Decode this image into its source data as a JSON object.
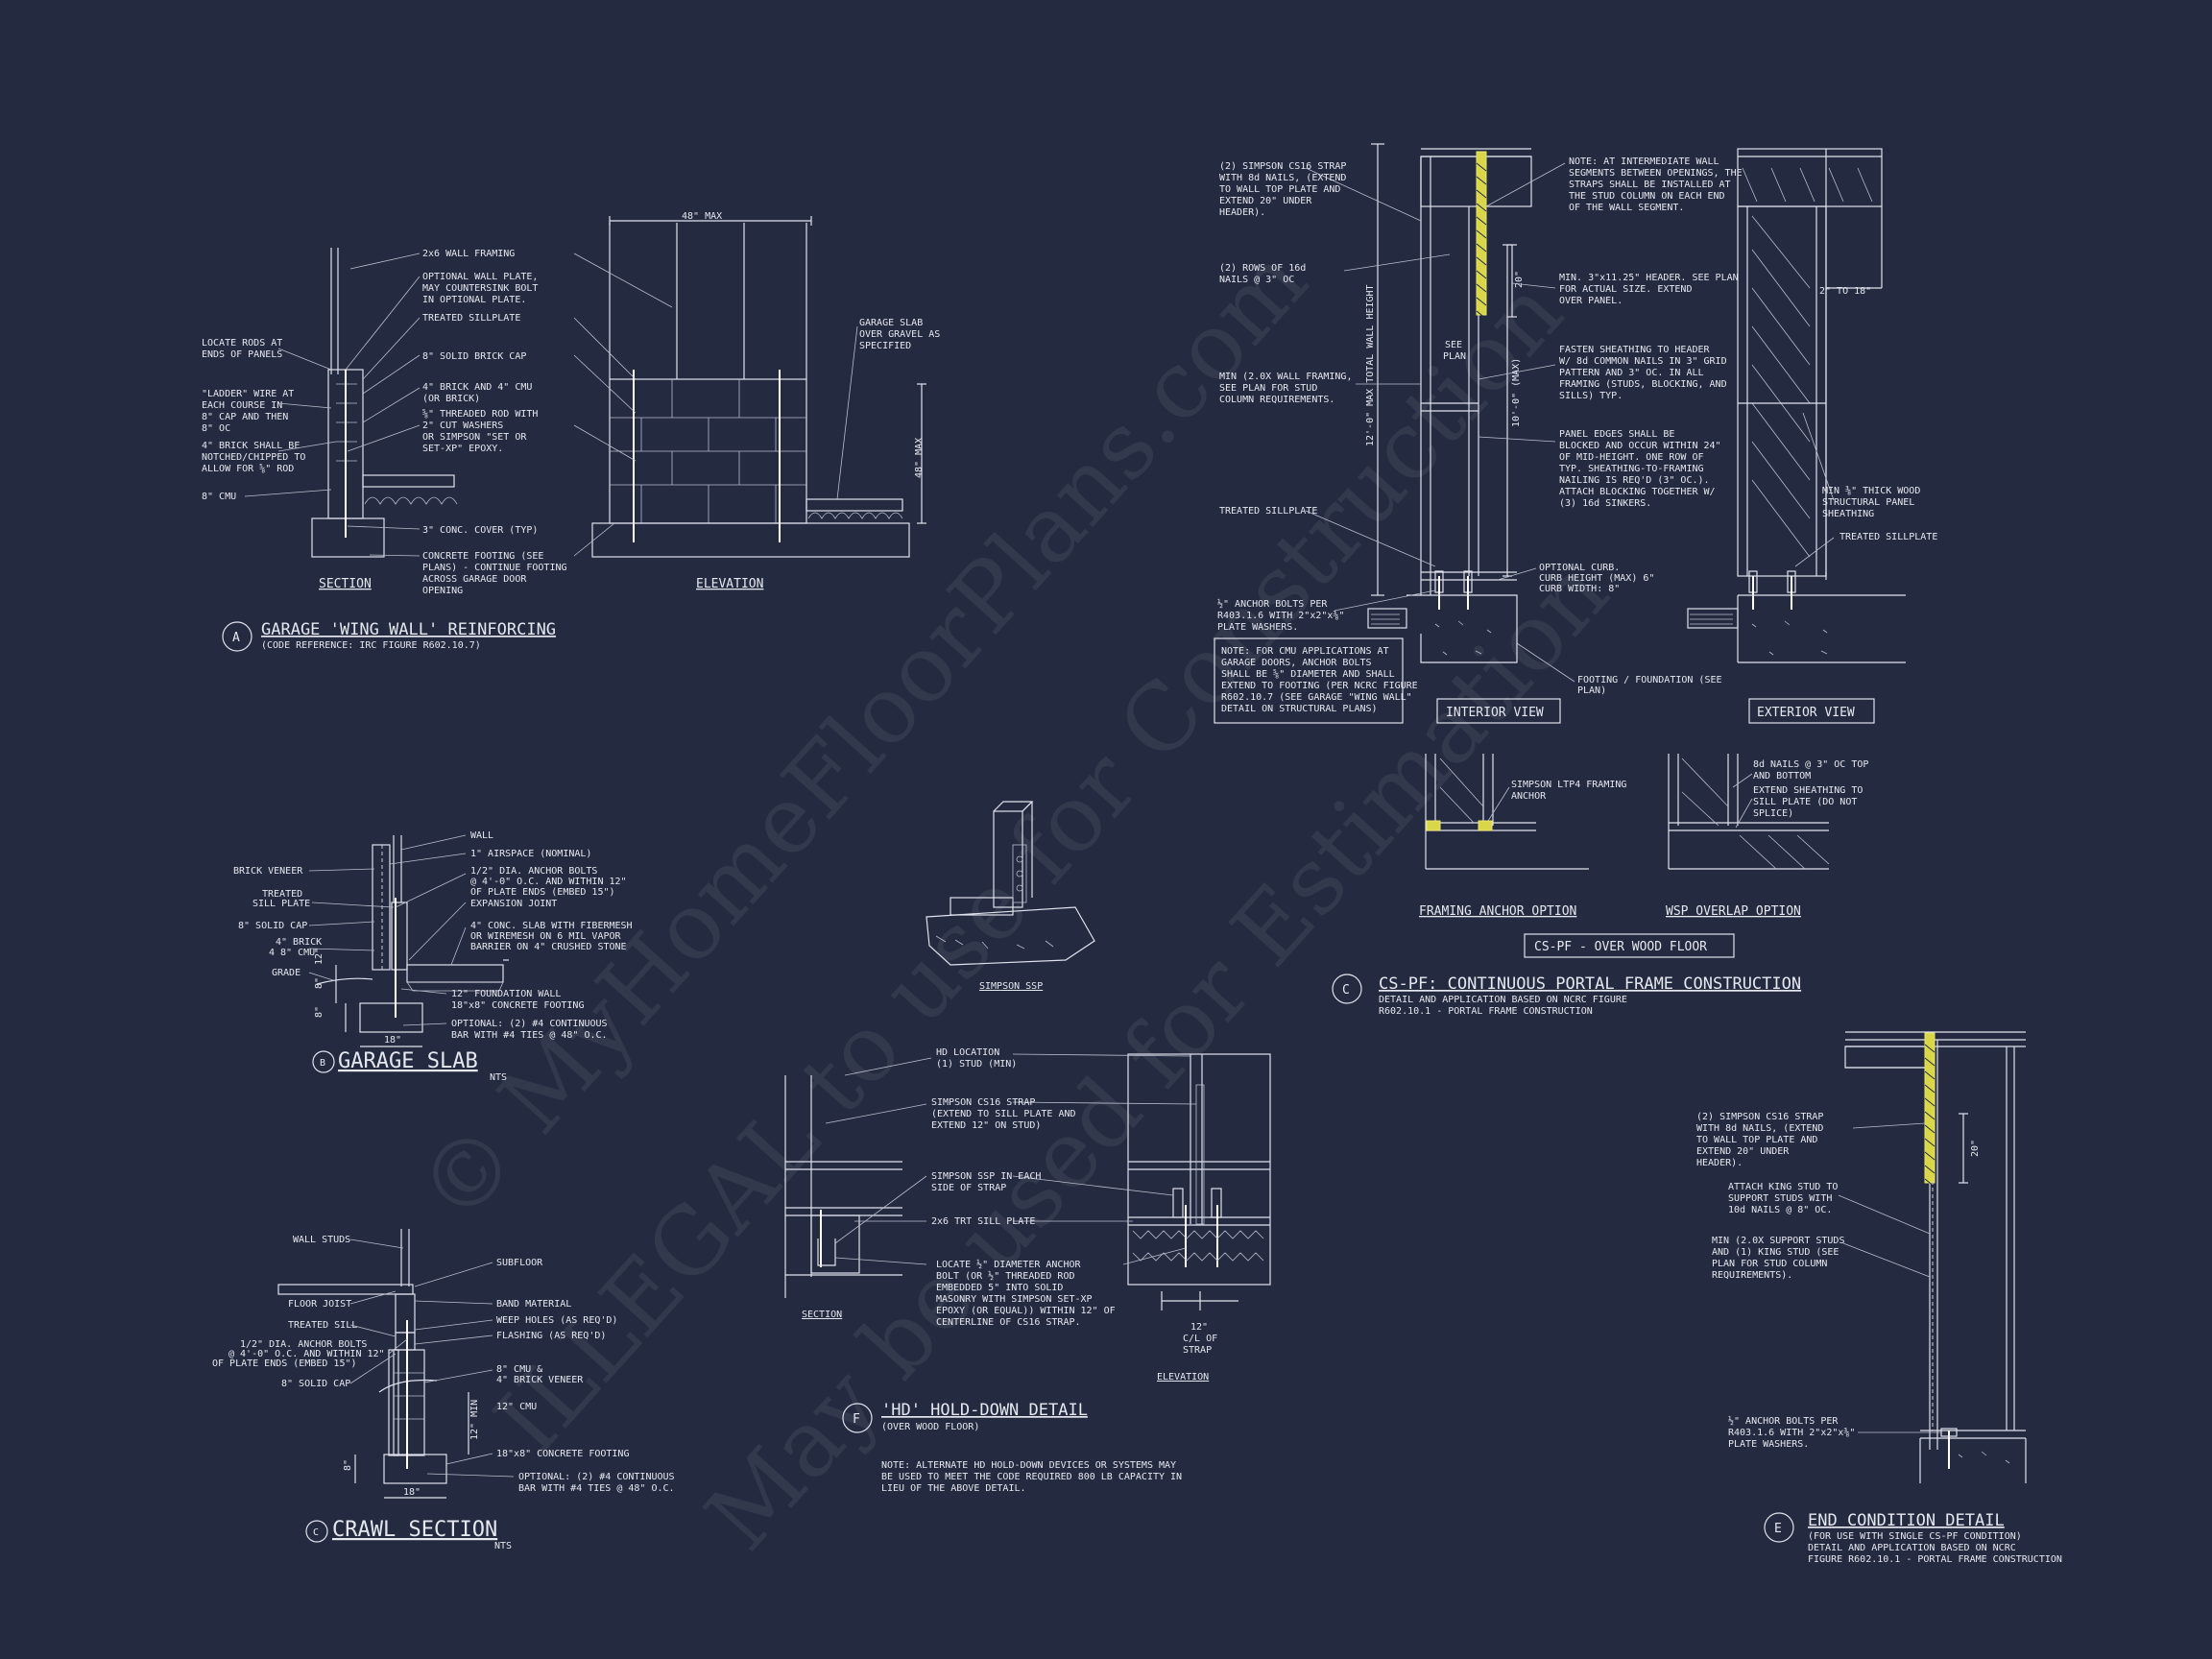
{
  "watermark": {
    "line1": "© MyHomeFloorPlans.com",
    "line2": "ILLEGAL to use for Construction",
    "line3": "May be used for Estimation"
  },
  "detailA": {
    "marker": "A",
    "title": "GARAGE 'WING WALL' REINFORCING",
    "subtitle": "(CODE REFERENCE: IRC FIGURE R602.10.7)",
    "section_label": "SECTION",
    "elevation_label": "ELEVATION",
    "dim_top": "48\" MAX",
    "dim_right": "48\" MAX",
    "notes_left": [
      "LOCATE RODS AT",
      "ENDS OF PANELS",
      "\"LADDER\" WIRE AT",
      "EACH COURSE IN",
      "8\" CAP AND THEN",
      "8\" OC",
      "4\" BRICK SHALL BE",
      "NOTCHED/CHIPPED TO",
      "ALLOW FOR ⅝\" ROD",
      "8\" CMU"
    ],
    "notes_mid": [
      "2x6 WALL FRAMING",
      "OPTIONAL WALL PLATE,",
      "MAY COUNTERSINK BOLT",
      "IN OPTIONAL PLATE.",
      "TREATED SILLPLATE",
      "8\" SOLID BRICK CAP",
      "4\" BRICK AND 4\" CMU",
      "(OR BRICK)",
      "⅝\" THREADED ROD WITH",
      "2\" CUT WASHERS",
      "OR SIMPSON \"SET OR",
      "SET-XP\" EPOXY.",
      "3\" CONC. COVER (TYP)",
      "CONCRETE FOOTING (SEE",
      "PLANS) - CONTINUE FOOTING",
      "ACROSS GARAGE DOOR",
      "OPENING"
    ],
    "notes_right": [
      "GARAGE SLAB",
      "OVER GRAVEL AS",
      "SPECIFIED"
    ]
  },
  "detailB": {
    "marker": "B",
    "title": "GARAGE SLAB",
    "nts": "NTS",
    "dim_bottom": "18\"",
    "dim_a": "8\"",
    "dim_b": "8\"",
    "dim_c": "12\"",
    "notes_left": [
      "BRICK VENEER",
      "TREATED",
      "SILL PLATE",
      "8\" SOLID CAP",
      "4\" BRICK",
      "4 8\" CMU",
      "GRADE"
    ],
    "notes_right": [
      "WALL",
      "1\" AIRSPACE (NOMINAL)",
      "1/2\" DIA. ANCHOR BOLTS",
      "@ 4'-0\" O.C. AND WITHIN 12\"",
      "OF PLATE ENDS (EMBED 15\")",
      "EXPANSION JOINT",
      "4\" CONC. SLAB WITH FIBERMESH",
      "OR WIREMESH ON 6 MIL VAPOR",
      "BARRIER ON 4\" CRUSHED STONE",
      "12\" FOUNDATION WALL",
      "18\"x8\" CONCRETE FOOTING",
      "OPTIONAL: (2) #4 CONTINUOUS",
      "BAR WITH #4 TIES @ 48\" O.C."
    ]
  },
  "detailC_crawl": {
    "marker": "C",
    "title": "CRAWL SECTION",
    "nts": "NTS",
    "dim_bottom": "18\"",
    "dim_a": "8\"",
    "dim_b": "12\" MIN",
    "notes_left": [
      "WALL STUDS",
      "FLOOR JOIST",
      "TREATED SILL",
      "1/2\" DIA. ANCHOR BOLTS",
      "@ 4'-0\" O.C. AND WITHIN 12\"",
      "OF PLATE ENDS (EMBED 15\")",
      "8\" SOLID CAP"
    ],
    "notes_right": [
      "SUBFLOOR",
      "BAND MATERIAL",
      "WEEP HOLES (AS REQ'D)",
      "FLASHING (AS REQ'D)",
      "8\" CMU &",
      "4\" BRICK VENEER",
      "12\" CMU",
      "18\"x8\" CONCRETE FOOTING",
      "OPTIONAL: (2) #4 CONTINUOUS",
      "BAR WITH #4 TIES @ 48\" O.C."
    ]
  },
  "simpson": {
    "label": "SIMPSON SSP"
  },
  "detailF": {
    "marker": "F",
    "title": "'HD' HOLD-DOWN DETAIL",
    "subtitle": "(OVER WOOD FLOOR)",
    "section_label": "SECTION",
    "elevation_label": "ELEVATION",
    "dim_strap": [
      "12\"",
      "C/L OF",
      "STRAP"
    ],
    "notes": [
      "HD LOCATION",
      "(1) STUD (MIN)",
      "SIMPSON CS16 STRAP",
      "(EXTEND TO SILL PLATE AND",
      "EXTEND 12\" ON STUD)",
      "SIMPSON SSP IN EACH",
      "SIDE OF STRAP",
      "2x6 TRT SILL PLATE",
      "LOCATE ½\" DIAMETER ANCHOR",
      "BOLT (OR ½\" THREADED ROD",
      "EMBEDDED 5\" INTO SOLID",
      "MASONRY WITH SIMPSON SET-XP",
      "EPOXY (OR EQUAL)) WITHIN 12\" OF",
      "CENTERLINE OF CS16 STRAP."
    ],
    "note_bottom": [
      "NOTE: ALTERNATE HD HOLD-DOWN DEVICES OR SYSTEMS MAY",
      "BE USED TO MEET THE CODE REQUIRED 800 LB CAPACITY IN",
      "LIEU OF THE ABOVE DETAIL."
    ]
  },
  "detailC_portal": {
    "marker": "C",
    "title": "CS-PF: CONTINUOUS PORTAL FRAME CONSTRUCTION",
    "subtitle1": "DETAIL AND APPLICATION BASED ON NCRC FIGURE",
    "subtitle2": "R602.10.1 - PORTAL FRAME CONSTRUCTION",
    "interior_view": "INTERIOR VIEW",
    "exterior_view": "EXTERIOR VIEW",
    "framing_anchor": "FRAMING ANCHOR OPTION",
    "wsp_overlap": "WSP OVERLAP OPTION",
    "over_wood": "CS-PF - OVER WOOD FLOOR",
    "dim_wall": "12'-0\" MAX TOTAL WALL HEIGHT",
    "dim_header": "20\"",
    "dim_panel": "10'-0\" (MAX)",
    "dim_ext": "2\" TO 18\"",
    "see_plan": [
      "SEE",
      "PLAN"
    ],
    "notes_left": [
      "(2) SIMPSON CS16 STRAP",
      "WITH 8d NAILS, (EXTEND",
      "TO WALL TOP PLATE AND",
      "EXTEND 20\" UNDER",
      "HEADER).",
      "(2) ROWS OF 16d",
      "NAILS @ 3\" OC",
      "MIN (2.0X WALL FRAMING,",
      "SEE PLAN FOR STUD",
      "COLUMN REQUIREMENTS.",
      "TREATED SILLPLATE",
      "½\" ANCHOR BOLTS PER",
      "R403.1.6 WITH 2\"x2\"x⅜\"",
      "PLATE WASHERS."
    ],
    "note_box": [
      "NOTE: FOR CMU APPLICATIONS AT",
      "GARAGE DOORS, ANCHOR BOLTS",
      "SHALL BE ⅝\" DIAMETER AND SHALL",
      "EXTEND TO FOOTING (PER NCRC FIGURE",
      "R602.10.7 (SEE GARAGE \"WING WALL\"",
      "DETAIL ON STRUCTURAL PLANS)"
    ],
    "notes_mid": [
      "NOTE: AT INTERMEDIATE WALL",
      "SEGMENTS BETWEEN OPENINGS, THE",
      "STRAPS SHALL BE INSTALLED AT",
      "THE STUD COLUMN ON EACH END",
      "OF THE WALL SEGMENT.",
      "MIN. 3\"x11.25\" HEADER. SEE PLAN",
      "FOR ACTUAL SIZE. EXTEND",
      "OVER PANEL.",
      "FASTEN SHEATHING TO HEADER",
      "W/ 8d COMMON NAILS IN 3\" GRID",
      "PATTERN AND 3\" OC. IN ALL",
      "FRAMING (STUDS, BLOCKING, AND",
      "SILLS) TYP.",
      "PANEL EDGES SHALL BE",
      "BLOCKED AND OCCUR WITHIN 24\"",
      "OF MID-HEIGHT. ONE ROW OF",
      "TYP. SHEATHING-TO-FRAMING",
      "NAILING IS REQ'D (3\" OC.).",
      "ATTACH BLOCKING TOGETHER W/",
      "(3) 16d SINKERS.",
      "OPTIONAL CURB.",
      "CURB HEIGHT (MAX) 6\"",
      "CURB WIDTH: 8\"",
      "FOOTING / FOUNDATION (SEE",
      "PLAN)"
    ],
    "notes_right": [
      "MIN ⅜\" THICK WOOD",
      "STRUCTURAL PANEL",
      "SHEATHING",
      "TREATED SILLPLATE"
    ],
    "notes_anchor": [
      "SIMPSON LTP4 FRAMING",
      "ANCHOR"
    ],
    "notes_wsp": [
      "8d NAILS @ 3\" OC TOP",
      "AND BOTTOM",
      "EXTEND SHEATHING TO",
      "SILL PLATE (DO NOT",
      "SPLICE)"
    ]
  },
  "detailE": {
    "marker": "E",
    "title": "END CONDITION DETAIL",
    "subtitle1": "(FOR USE WITH SINGLE CS-PF CONDITION)",
    "subtitle2": "DETAIL AND APPLICATION BASED ON NCRC",
    "subtitle3": "FIGURE R602.10.1 - PORTAL FRAME CONSTRUCTION",
    "dim_header": "20\"",
    "notes": [
      "(2) SIMPSON CS16 STRAP",
      "WITH 8d NAILS, (EXTEND",
      "TO WALL TOP PLATE AND",
      "EXTEND 20\" UNDER",
      "HEADER).",
      "ATTACH KING STUD TO",
      "SUPPORT STUDS WITH",
      "10d NAILS @ 8\" OC.",
      "MIN (2.0X SUPPORT STUDS",
      "AND (1) KING STUD (SEE",
      "PLAN FOR STUD COLUMN",
      "REQUIREMENTS).",
      "½\" ANCHOR BOLTS PER",
      "R403.1.6 WITH 2\"x2\"x⅜\"",
      "PLATE WASHERS."
    ]
  }
}
